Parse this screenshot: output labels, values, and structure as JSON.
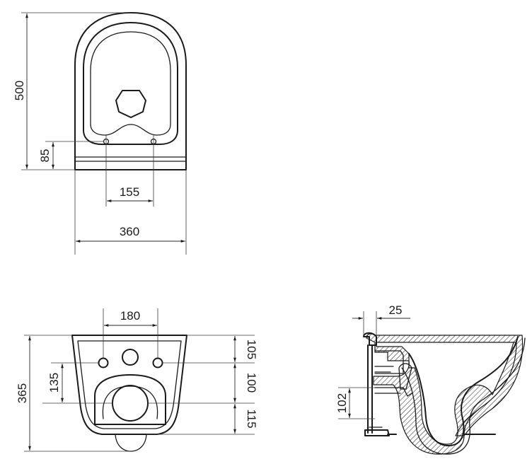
{
  "top_view": {
    "dim_length": "500",
    "dim_mount_offset": "85",
    "dim_bolt_spacing": "155",
    "dim_width": "360"
  },
  "rear_view": {
    "dim_bolt_spacing": "180",
    "dim_height": "365",
    "dim_inner": "135",
    "dim_top": "105",
    "dim_mid": "100",
    "dim_bottom": "115"
  },
  "side_view": {
    "dim_wall": "25",
    "dim_outlet": "102"
  }
}
